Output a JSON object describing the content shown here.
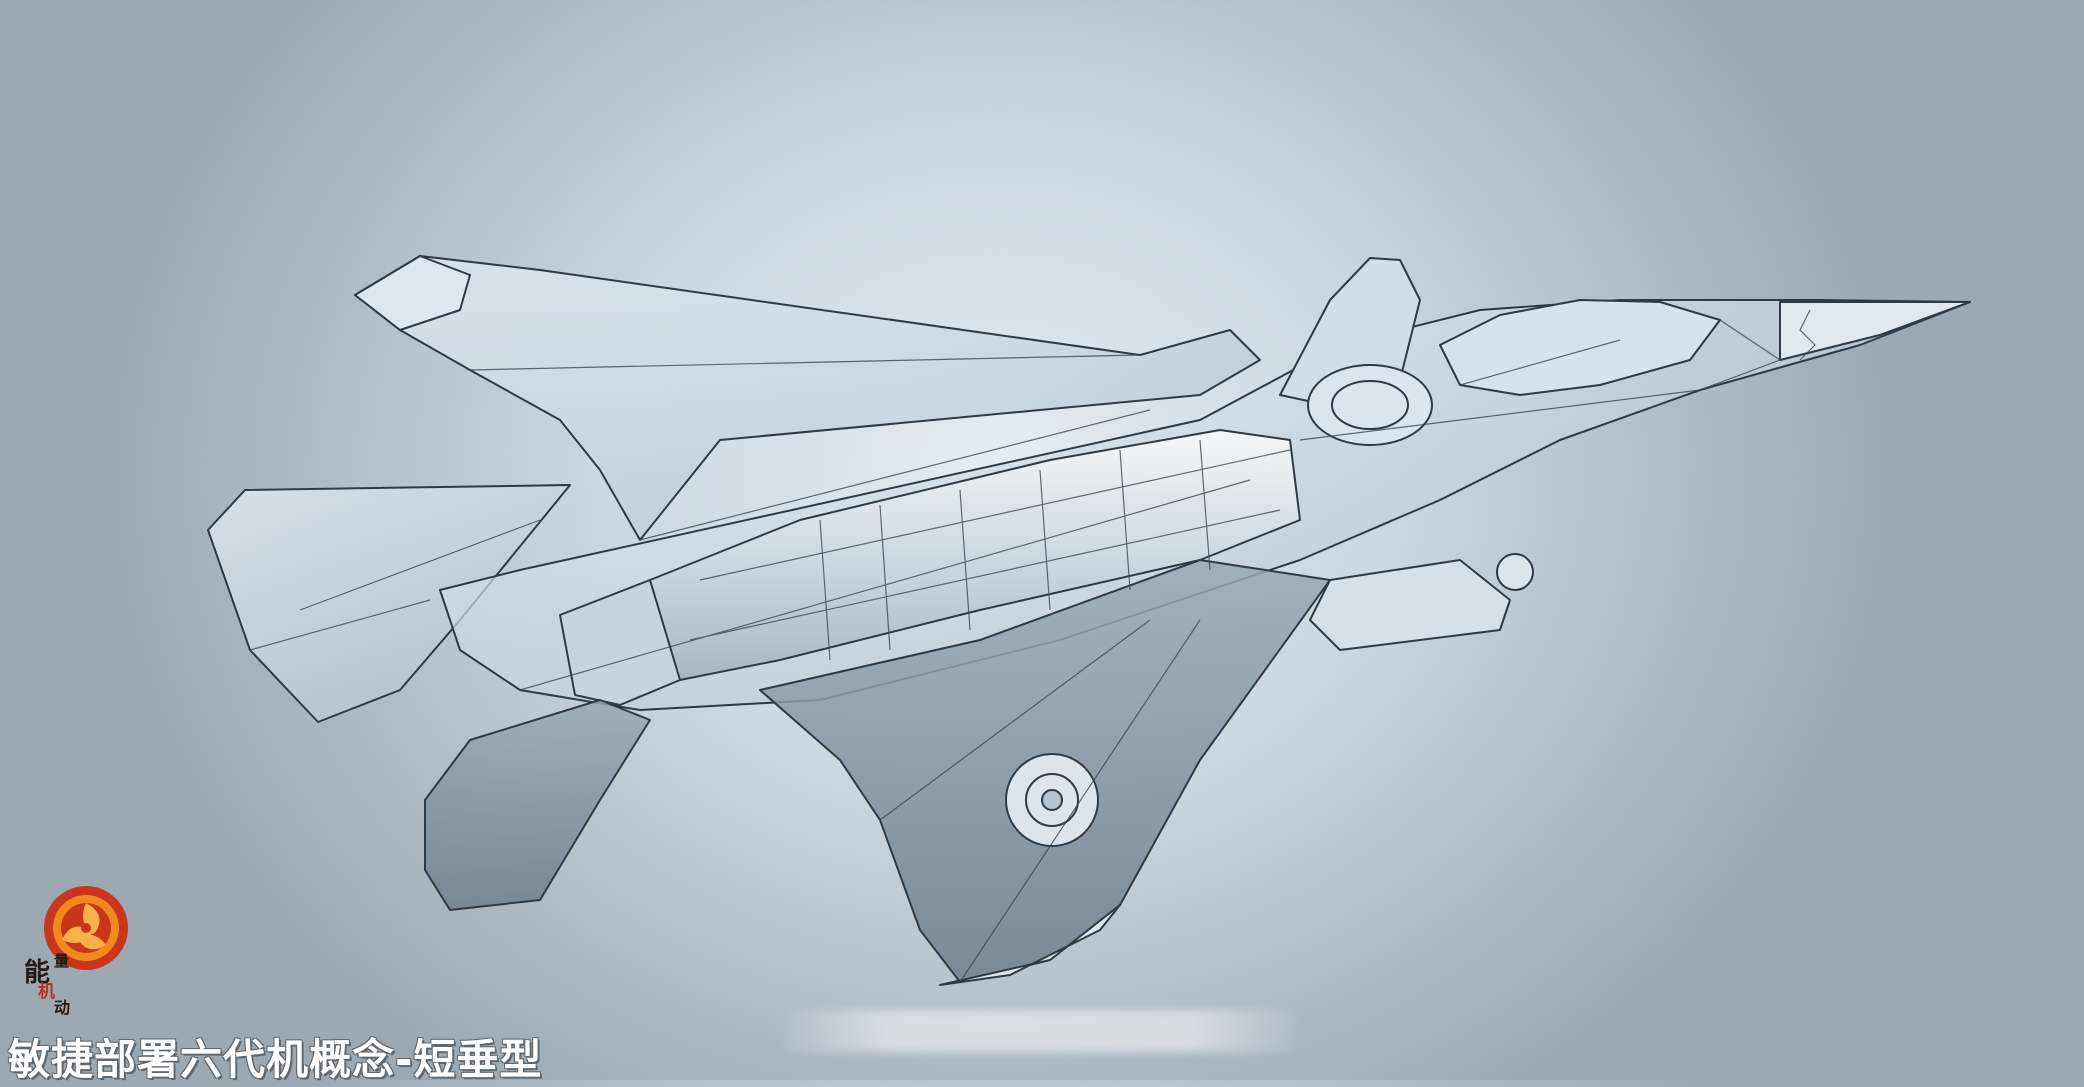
{
  "caption": {
    "text": "敏捷部署六代机概念-短垂型"
  },
  "logo": {
    "char1": "能",
    "char2": "量",
    "char3": "机",
    "char4": "动"
  },
  "colors": {
    "background_center": "#e6edf2",
    "background_edge": "#9ea8b1",
    "line": "#2f3a44",
    "glass_fill": "#c9d6e0",
    "shadow_fill": "#7d8c98",
    "logo_red": "#c8361e",
    "logo_orange": "#f08a1c",
    "caption_text": "#ffffff"
  }
}
